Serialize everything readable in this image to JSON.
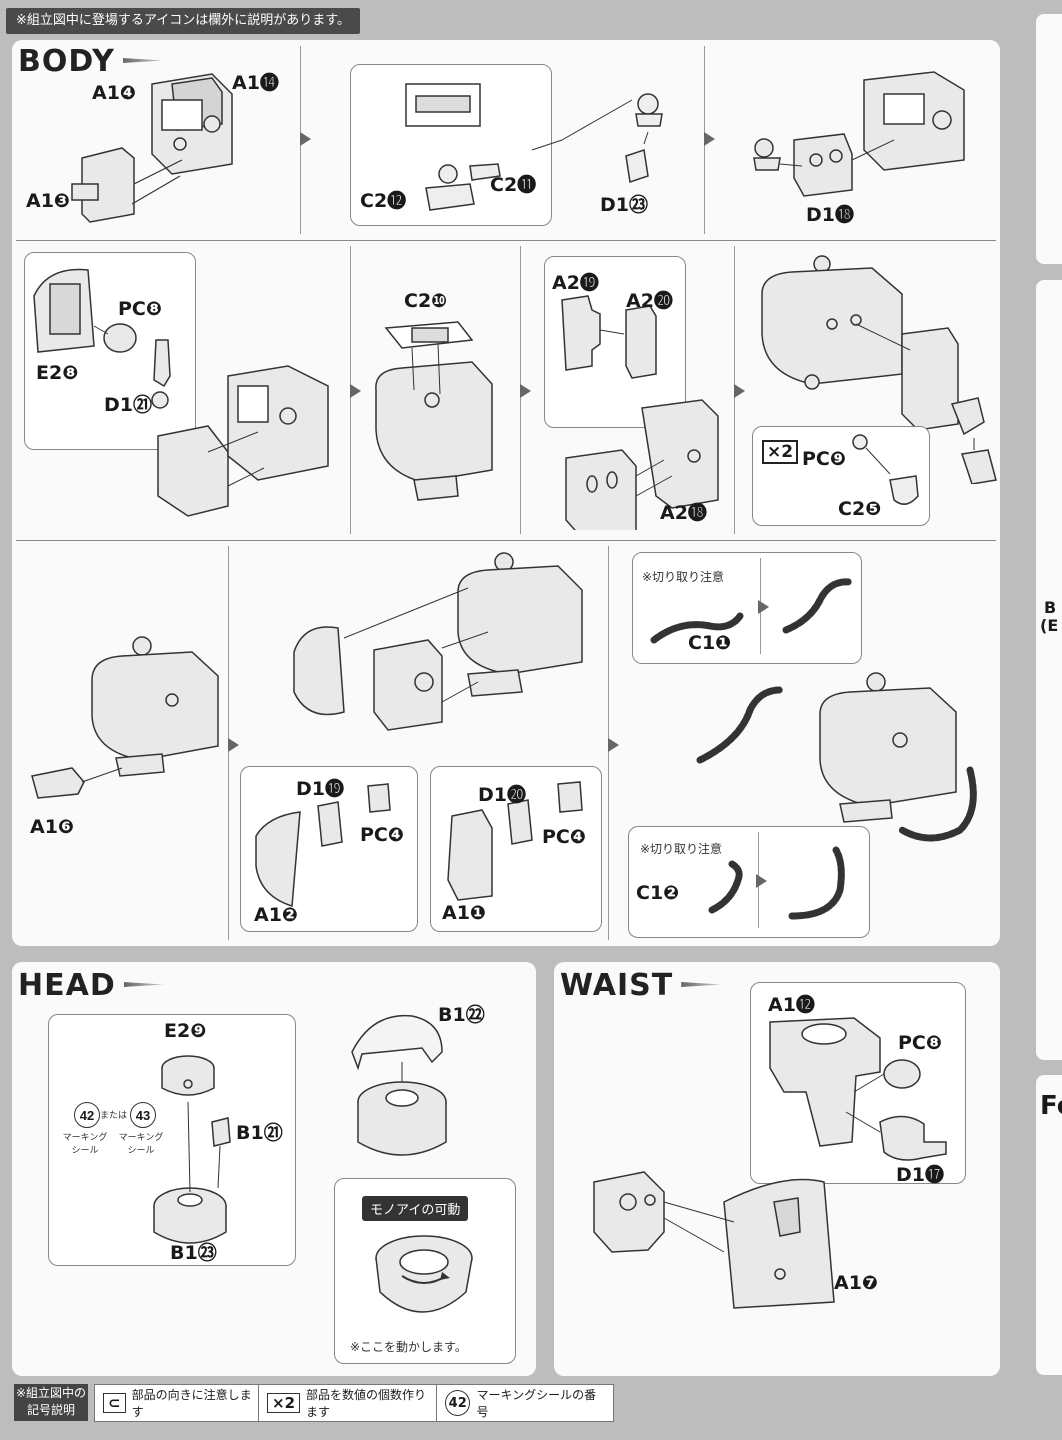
{
  "top_note": "※組立図中に登場するアイコンは欄外に説明があります。",
  "sections": {
    "body": "BODY",
    "head": "HEAD",
    "waist": "WAIST"
  },
  "labels": {
    "a1_4": "A1❹",
    "a1_14": "A1⓮",
    "a1_3": "A1❸",
    "c2_12": "C2⓬",
    "c2_11": "C2⓫",
    "d1_23": "D1㉓",
    "d1_18": "D1⓲",
    "pc8": "PC❽",
    "e2_8": "E2❽",
    "d1_21": "D1㉑",
    "c2_10": "C2❿",
    "a2_19": "A2⓳",
    "a2_20": "A2⓴",
    "a2_18": "A2⓲",
    "pc9": "PC❾",
    "c2_5": "C2❺",
    "a1_6": "A1❻",
    "d1_19": "D1⓳",
    "pc4_a": "PC❹",
    "a1_2": "A1❷",
    "d1_20": "D1⓴",
    "pc4_b": "PC❹",
    "a1_1": "A1❶",
    "c1_1": "C1❶",
    "c1_2": "C1❷",
    "e2_9": "E2❾",
    "b1_21": "B1㉑",
    "b1_23": "B1㉓",
    "b1_22": "B1㉒",
    "a1_12": "A1⓬",
    "pc8_w": "PC❽",
    "d1_17": "D1⓱",
    "a1_7": "A1❼"
  },
  "notes": {
    "cut_caution_1": "※切り取り注意",
    "cut_caution_2": "※切り取り注意",
    "x2": "×2",
    "mono_eye_tag": "モノアイの可動",
    "move_here": "※ここを動かします。",
    "marking_42": "42",
    "marking_or": "または",
    "marking_43": "43",
    "marking_seal_a": "マーキングシール",
    "marking_seal_b": "マーキングシール"
  },
  "legend": {
    "head": "※組立図中の記号説明",
    "item1_icon": "⊂",
    "item1_text": "部品の向きに注意します",
    "item2_icon": "×2",
    "item2_text": "部品を数値の個数作ります",
    "item3_icon": "42",
    "item3_text": "マーキングシールの番号"
  },
  "right_edge": {
    "fragment_b": "B",
    "fragment_be": "(E",
    "fragment_fo": "Fo"
  }
}
